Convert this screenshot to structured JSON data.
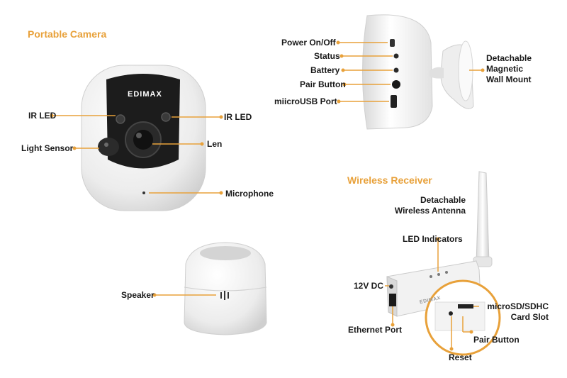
{
  "sections": {
    "portable_camera": "Portable Camera",
    "wireless_receiver": "Wireless Receiver"
  },
  "brand": "EDIMAX",
  "camera_front": {
    "ir_led_left": "IR LED",
    "ir_led_right": "IR LED",
    "light_sensor": "Light Sensor",
    "len": "Len",
    "microphone": "Microphone"
  },
  "camera_side": {
    "power": "Power On/Off",
    "status": "Status",
    "battery": "Battery",
    "pair_button": "Pair Button",
    "usb": "miicroUSB Port",
    "mount": "Detachable Magnetic Wall Mount"
  },
  "camera_back": {
    "speaker": "Speaker"
  },
  "receiver": {
    "antenna": "Detachable Wireless Antenna",
    "led_indicators": "LED Indicators",
    "dc": "12V DC",
    "ethernet": "Ethernet Port",
    "sd_slot": "microSD/SDHC Card Slot",
    "pair_button": "Pair Button",
    "reset": "Reset"
  },
  "colors": {
    "accent": "#e8a13a",
    "leader": "#e8a13a",
    "device_white": "#f2f2f2",
    "face_black": "#1c1c1c"
  }
}
